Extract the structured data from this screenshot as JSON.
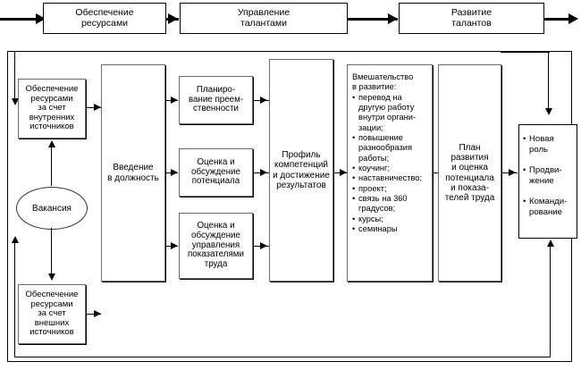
{
  "diagram": {
    "title_row": {
      "stages": [
        {
          "label": "Обеспечение\nресурсами"
        },
        {
          "label": "Управление\nталантами"
        },
        {
          "label": "Развитие\nталантов"
        }
      ]
    },
    "sources": {
      "internal": "Обеспечение\nресурсами\nза счет\nвнутренних\nисточников",
      "external": "Обеспечение\nресурсами\nза счет\nвнешних\nисточников",
      "vacancy": "Вакансия"
    },
    "process": {
      "induction": "Введение\nв должность",
      "succession_planning": "Планиро-\nвание преем-\nственности",
      "potential_review": "Оценка и\nобсуждение\nпотенциала",
      "performance_review": "Оценка и\nобсуждение\nуправления\nпоказателями\nтруда",
      "competency_profile": "Профиль\nкомпетенций\nи достижение\nрезультатов",
      "development_plan": "План\nразвития\nи оценка\nпотенциала\nи показа-\nтелей труда"
    },
    "intervention": {
      "lead": "Вмешательство\nв развитие:",
      "items": [
        "перевод на другую работу внутри органи-зации;",
        "повышение разнообразия работы;",
        "коучинг;",
        "наставничество;",
        "проект;",
        "связь на 360 градусов;",
        "курсы;",
        "семинары"
      ]
    },
    "outcomes": {
      "items": [
        "Новая роль",
        "Продви-жение",
        "Команди-рование"
      ]
    },
    "colors": {
      "line": "#000000",
      "box_border": "#6b6b6b",
      "background": "#ffffff"
    }
  }
}
